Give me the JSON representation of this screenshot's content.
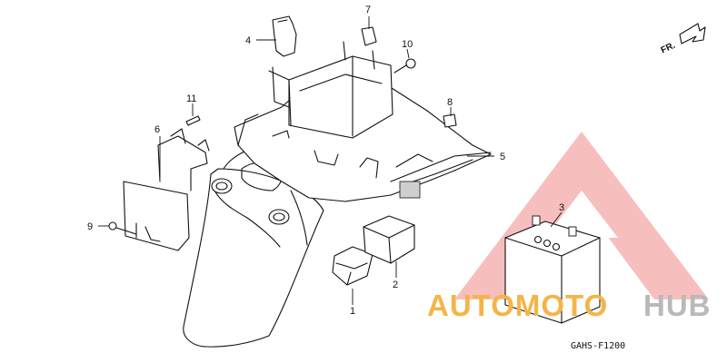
{
  "diagram": {
    "code": "GAHS-F1200",
    "direction_label": "FR.",
    "callouts": [
      {
        "id": "c1",
        "label": "1"
      },
      {
        "id": "c2",
        "label": "2"
      },
      {
        "id": "c3",
        "label": "3"
      },
      {
        "id": "c4",
        "label": "4"
      },
      {
        "id": "c5",
        "label": "5"
      },
      {
        "id": "c6",
        "label": "6"
      },
      {
        "id": "c7",
        "label": "7"
      },
      {
        "id": "c8",
        "label": "8"
      },
      {
        "id": "c9",
        "label": "9"
      },
      {
        "id": "c10",
        "label": "10"
      },
      {
        "id": "c11",
        "label": "11"
      }
    ]
  },
  "watermark": {
    "text_colored": "AUTOMOTO",
    "text_gray": "HUB",
    "color_colored": "#f5b447",
    "color_gray": "#b9b9b9",
    "logo_color": "#f28a8a"
  }
}
